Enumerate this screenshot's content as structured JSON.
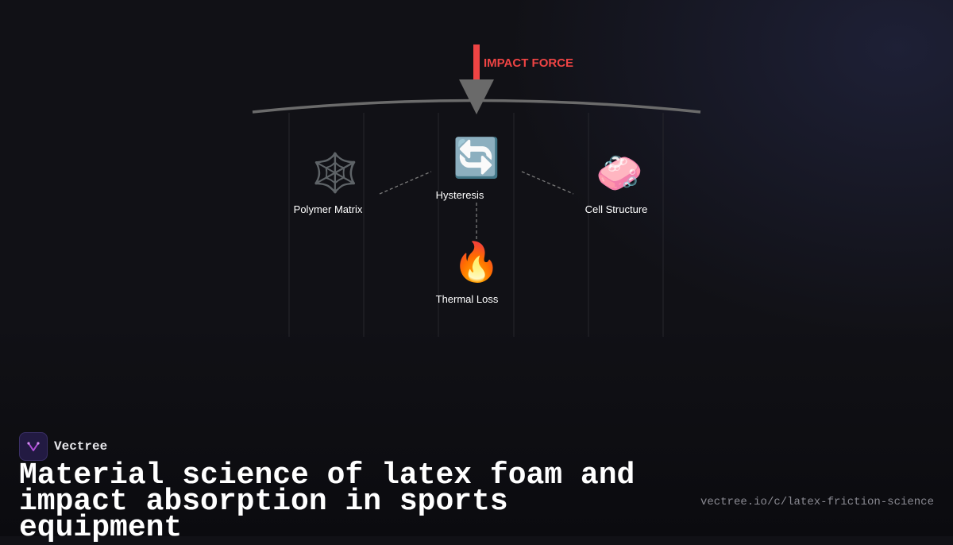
{
  "diagram": {
    "force_label": "IMPACT FORCE",
    "nodes": [
      {
        "id": "polymer",
        "label": "Polymer Matrix",
        "icon": "spider-web-icon",
        "glyph": "🕸️"
      },
      {
        "id": "hysteresis",
        "label": "Hysteresis",
        "icon": "cycle-arrows-icon",
        "glyph": "🔄"
      },
      {
        "id": "cell",
        "label": "Cell Structure",
        "icon": "soap-icon",
        "glyph": "🧼"
      },
      {
        "id": "thermal",
        "label": "Thermal Loss",
        "icon": "fire-icon",
        "glyph": "🔥"
      }
    ],
    "colors": {
      "force": "#ef4444",
      "surface": "#6b6b6b",
      "connector": "#888888"
    }
  },
  "brand": {
    "name": "Vectree"
  },
  "title": "Material science of latex foam and impact absorption in sports equipment",
  "url": "vectree.io/c/latex-friction-science"
}
